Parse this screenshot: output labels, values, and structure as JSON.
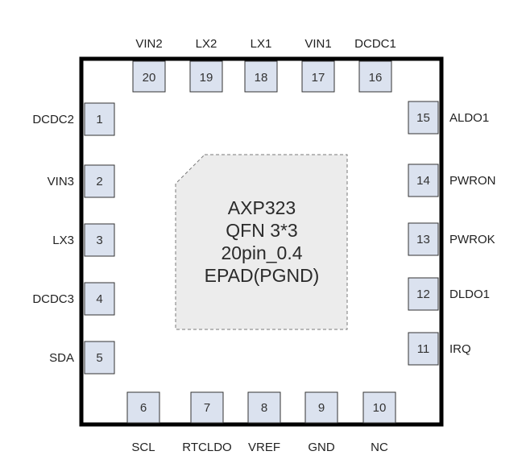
{
  "chip": {
    "lines": [
      "AXP323",
      "QFN 3*3",
      "20pin_0.4",
      "EPAD(PGND)"
    ]
  },
  "colors": {
    "package_border": "#000000",
    "pad_fill": "#dbe2ef",
    "pad_border": "#333333",
    "epad_fill": "#ececec",
    "epad_border": "#7a7a7a"
  },
  "pins": {
    "left": [
      {
        "num": "1",
        "label": "DCDC2"
      },
      {
        "num": "2",
        "label": "VIN3"
      },
      {
        "num": "3",
        "label": "LX3"
      },
      {
        "num": "4",
        "label": "DCDC3"
      },
      {
        "num": "5",
        "label": "SDA"
      }
    ],
    "bottom": [
      {
        "num": "6",
        "label": "SCL"
      },
      {
        "num": "7",
        "label": "RTCLDO"
      },
      {
        "num": "8",
        "label": "VREF"
      },
      {
        "num": "9",
        "label": "GND"
      },
      {
        "num": "10",
        "label": "NC"
      }
    ],
    "right": [
      {
        "num": "11",
        "label": "IRQ"
      },
      {
        "num": "12",
        "label": "DLDO1"
      },
      {
        "num": "13",
        "label": "PWROK"
      },
      {
        "num": "14",
        "label": "PWRON"
      },
      {
        "num": "15",
        "label": "ALDO1"
      }
    ],
    "top": [
      {
        "num": "16",
        "label": "DCDC1"
      },
      {
        "num": "17",
        "label": "VIN1"
      },
      {
        "num": "18",
        "label": "LX1"
      },
      {
        "num": "19",
        "label": "LX2"
      },
      {
        "num": "20",
        "label": "VIN2"
      }
    ]
  }
}
